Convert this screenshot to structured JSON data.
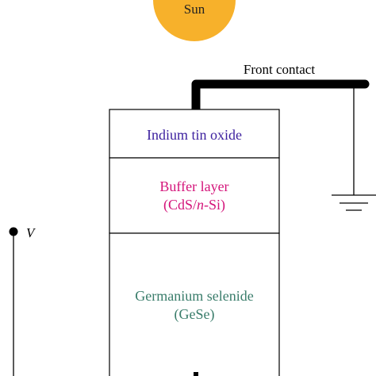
{
  "diagram": {
    "sun": {
      "label": "Sun",
      "color": "#f7b12b"
    },
    "front_contact": {
      "label": "Front contact"
    },
    "voltage": {
      "label": "V"
    },
    "layers": [
      {
        "line1": "Indium tin oxide",
        "line2": "",
        "color": "#3b1f9e"
      },
      {
        "line1": "Buffer layer",
        "line2_prefix": "(CdS/",
        "line2_italic": "n",
        "line2_suffix": "-Si)",
        "color": "#d4147a"
      },
      {
        "line1": "Germanium selenide",
        "line2": "(GeSe)",
        "color": "#3a7d6b"
      }
    ]
  }
}
